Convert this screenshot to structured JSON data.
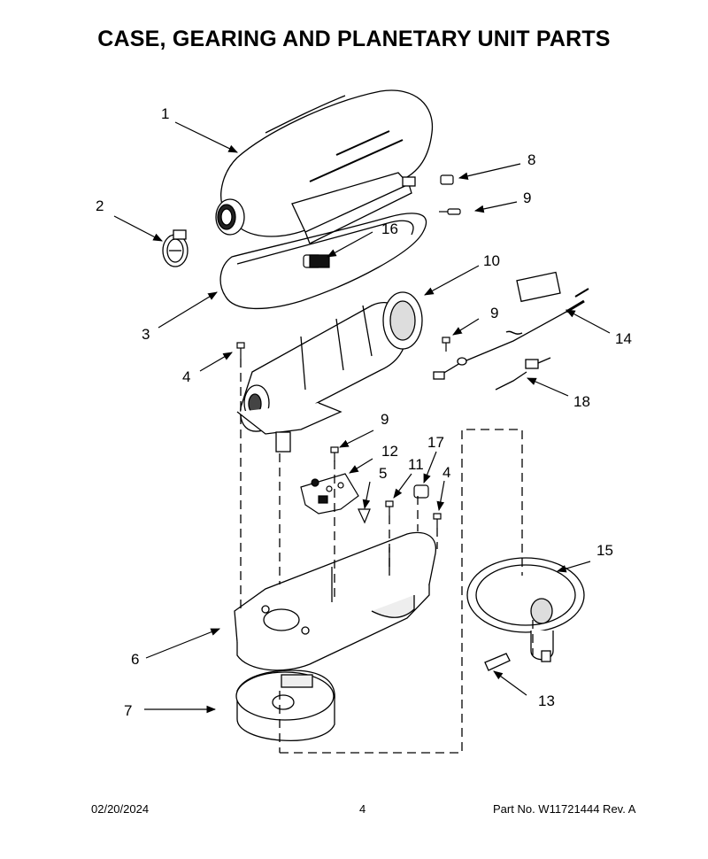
{
  "title": "CASE, GEARING AND PLANETARY UNIT PARTS",
  "callouts": [
    "1",
    "2",
    "3",
    "4",
    "5",
    "6",
    "7",
    "8",
    "9",
    "10",
    "11",
    "12",
    "13",
    "14",
    "15",
    "16",
    "17",
    "18"
  ],
  "footer": {
    "date": "02/20/2024",
    "page": "4",
    "part": "Part No.  W11721444  Rev.  A"
  },
  "icons": [
    "motor-housing",
    "front-trim-cap",
    "trim-band",
    "motor",
    "control-board",
    "gear-case",
    "gear-cover",
    "planetary-unit",
    "power-cord"
  ]
}
